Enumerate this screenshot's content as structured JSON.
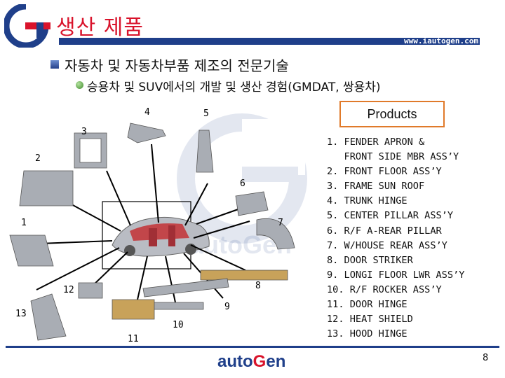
{
  "header": {
    "title": "생산 제품",
    "url": "www.iautogen.com"
  },
  "section": {
    "heading": "자동차 및 자동차부품 제조의 전문기술",
    "subheading": "승용차 및 SUV에서의 개발 및 생산 경험(GMDAT, 쌍용차)"
  },
  "products": {
    "box_label": "Products",
    "items": [
      "1. FENDER APRON &",
      "   FRONT SIDE MBR ASS’Y",
      "2. FRONT FLOOR ASS’Y",
      "3. FRAME SUN ROOF",
      "4. TRUNK HINGE",
      "5. CENTER PILLAR ASS’Y",
      "6. R/F A-REAR PILLAR",
      "7. W/HOUSE REAR ASS’Y",
      "8. DOOR STRIKER",
      "9. LONGI FLOOR LWR ASS’Y",
      "10. R/F ROCKER ASS’Y",
      "11. DOOR HINGE",
      "12. HEAT SHIELD",
      "13. HOOD HINGE"
    ]
  },
  "diagram": {
    "labels": [
      "1",
      "2",
      "3",
      "4",
      "5",
      "6",
      "7",
      "8",
      "9",
      "10",
      "11",
      "12",
      "13"
    ]
  },
  "watermark": {
    "text": "autoGen"
  },
  "footer": {
    "logo_prefix": "auto",
    "logo_g": "G",
    "logo_suffix": "en",
    "page_number": "8"
  },
  "colors": {
    "brand_red": "#d9132b",
    "brand_blue": "#1f3f8a",
    "products_border": "#e07a2a"
  }
}
